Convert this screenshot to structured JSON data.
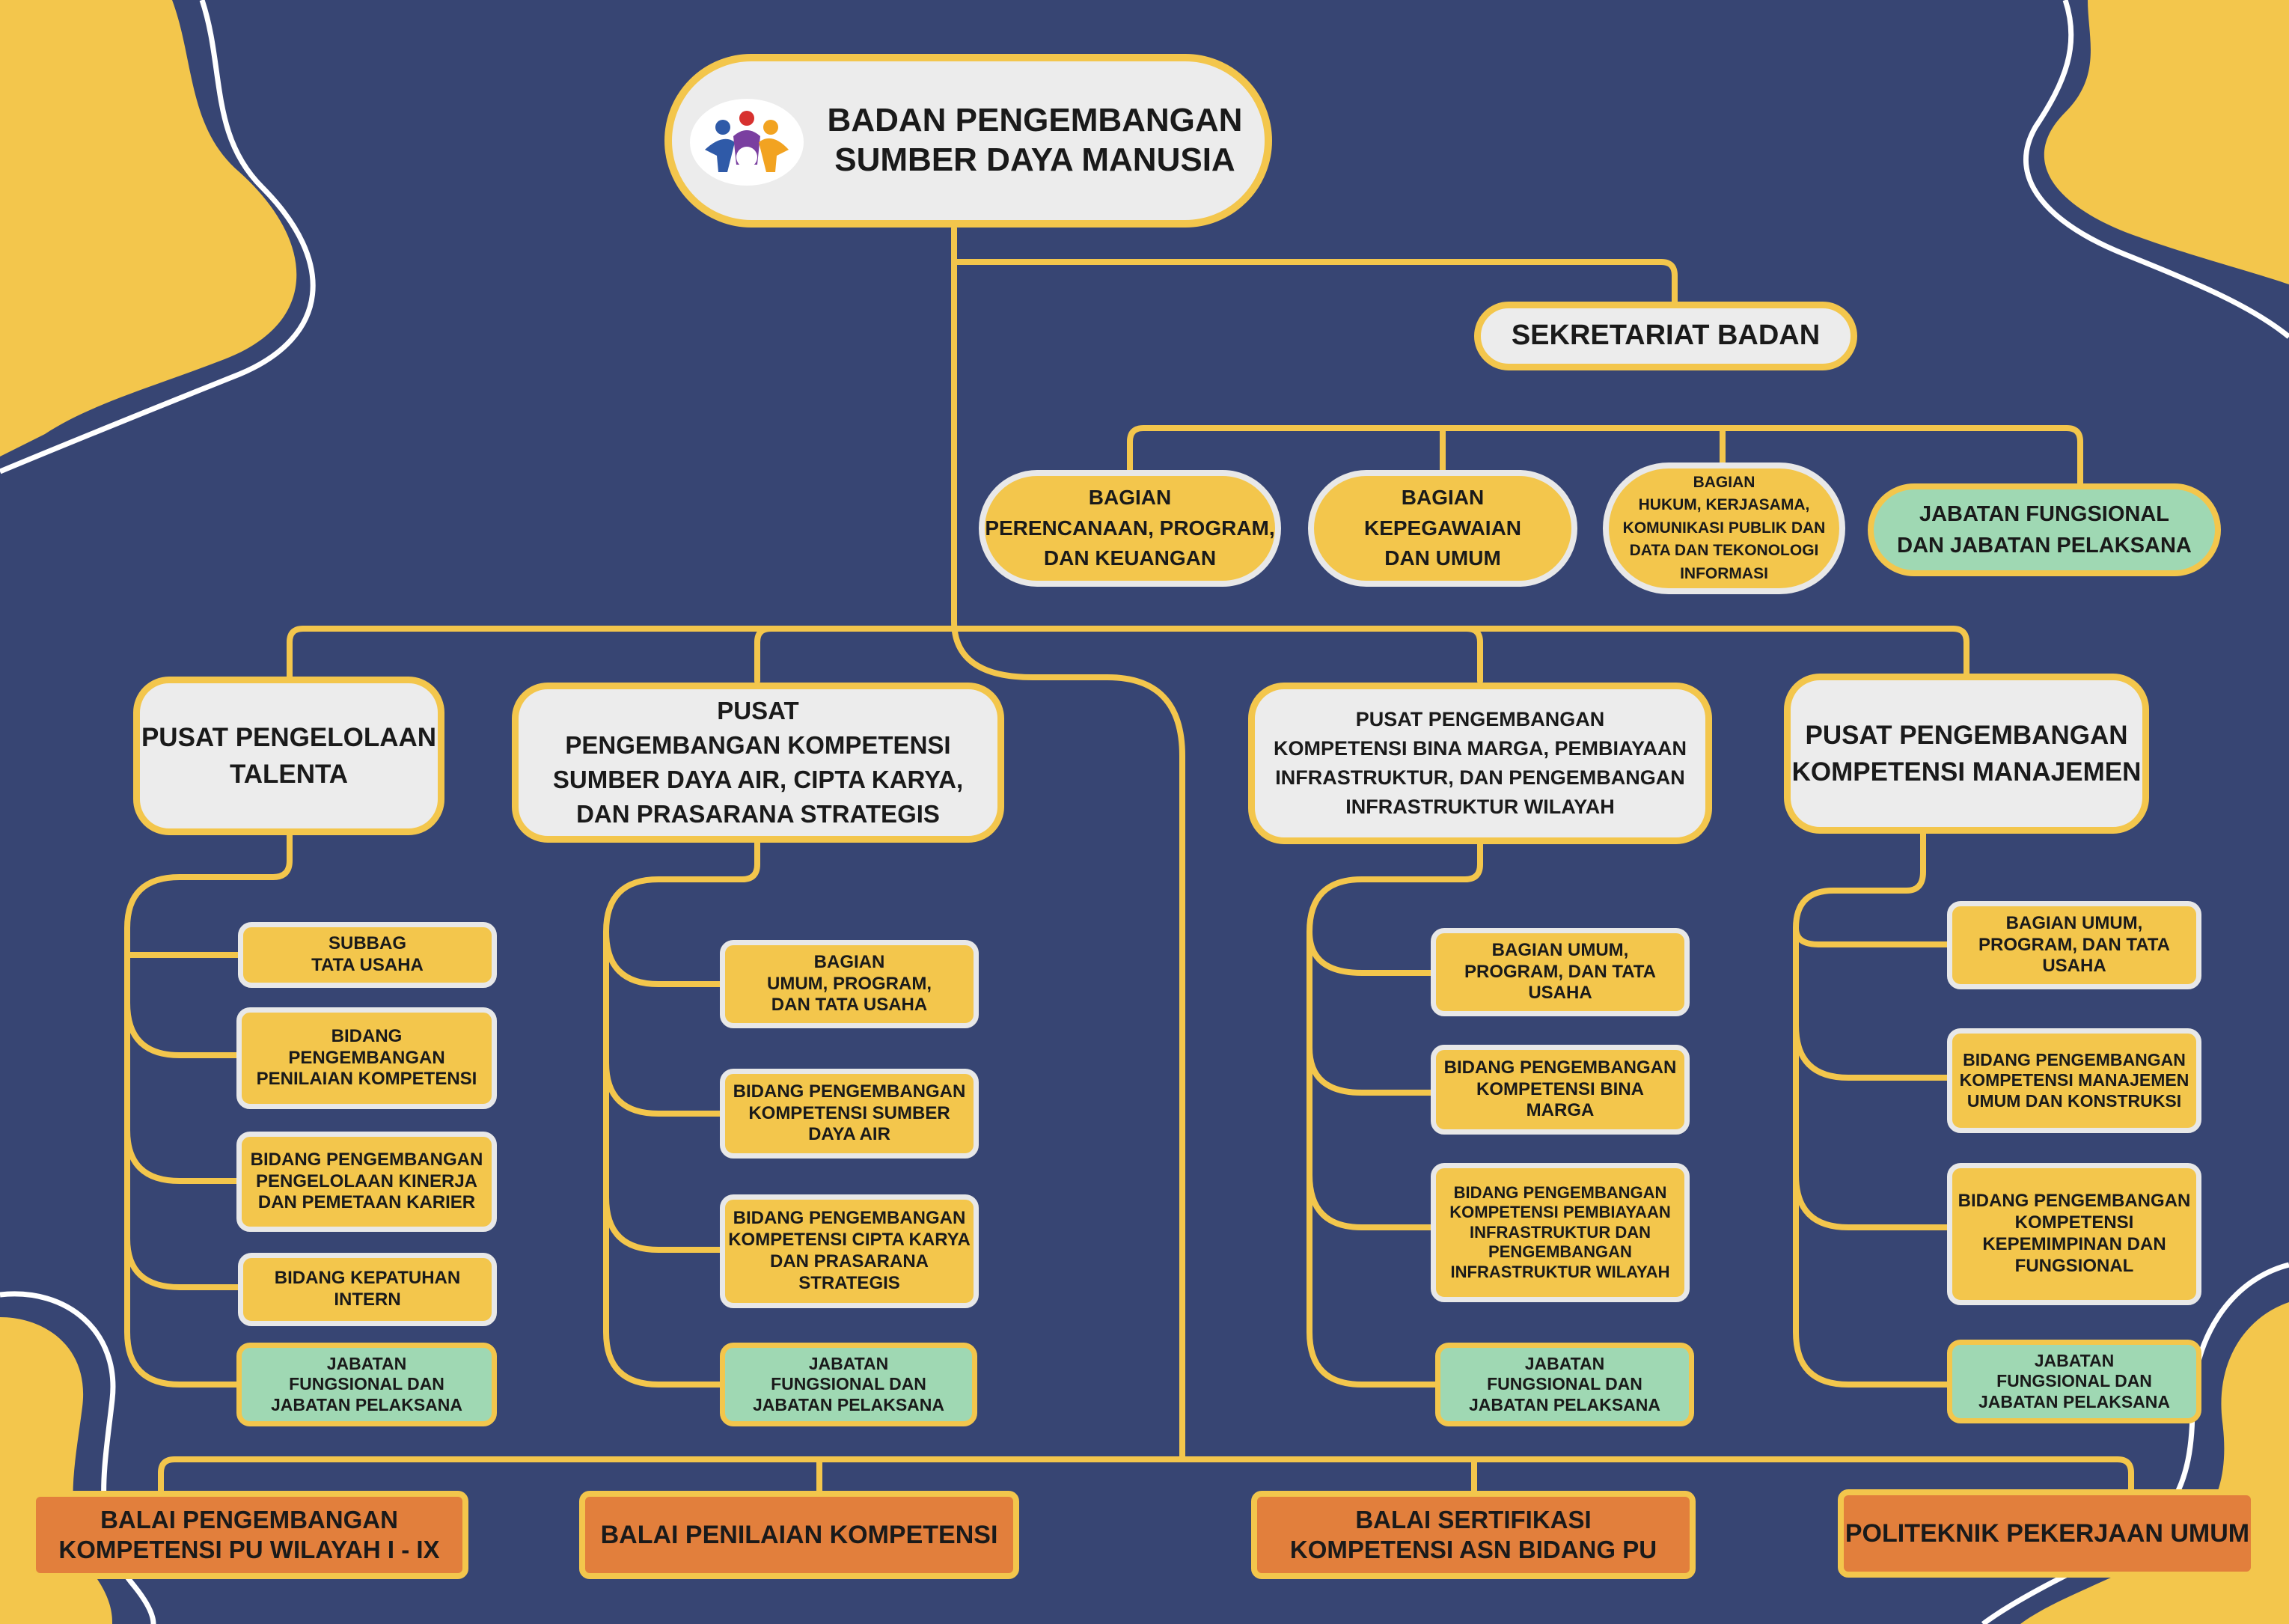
{
  "colors": {
    "background": "#374573",
    "line": "#f3c64c",
    "blob": "#f3c64c",
    "grey_box": "#ececec",
    "yellow_box": "#f3c64c",
    "green_box": "#9fd8b3",
    "orange_box": "#e27f3c"
  },
  "logo": {
    "icon": "people-circle-logo"
  },
  "head": {
    "title": "BADAN PENGEMBANGAN\nSUMBER DAYA MANUSIA"
  },
  "sekretariat": {
    "title": "SEKRETARIAT BADAN",
    "items": [
      "BAGIAN\nPERENCANAAN, PROGRAM,\nDAN KEUANGAN",
      "BAGIAN\nKEPEGAWAIAN\nDAN UMUM",
      "BAGIAN\nHUKUM, KERJASAMA,\nKOMUNIKASI PUBLIK DAN\nDATA DAN TEKONOLOGI\nINFORMASI",
      "JABATAN FUNGSIONAL\nDAN JABATAN PELAKSANA"
    ]
  },
  "pusat": [
    {
      "title": "PUSAT PENGELOLAAN\nTALENTA",
      "items": [
        "SUBBAG\nTATA USAHA",
        "BIDANG\nPENGEMBANGAN\nPENILAIAN KOMPETENSI",
        "BIDANG PENGEMBANGAN\nPENGELOLAAN KINERJA\nDAN PEMETAAN KARIER",
        "BIDANG KEPATUHAN\nINTERN",
        "JABATAN\nFUNGSIONAL DAN\nJABATAN PELAKSANA"
      ]
    },
    {
      "title": "PUSAT\nPENGEMBANGAN KOMPETENSI\nSUMBER DAYA AIR, CIPTA KARYA,\nDAN PRASARANA STRATEGIS",
      "items": [
        "BAGIAN\nUMUM, PROGRAM,\nDAN TATA USAHA",
        "BIDANG PENGEMBANGAN\nKOMPETENSI SUMBER\nDAYA AIR",
        "BIDANG PENGEMBANGAN\nKOMPETENSI CIPTA KARYA\nDAN PRASARANA\nSTRATEGIS",
        "JABATAN\nFUNGSIONAL DAN\nJABATAN PELAKSANA"
      ]
    },
    {
      "title": "PUSAT PENGEMBANGAN\nKOMPETENSI BINA MARGA, PEMBIAYAAN\nINFRASTRUKTUR, DAN PENGEMBANGAN\nINFRASTRUKTUR WILAYAH",
      "items": [
        "BAGIAN UMUM,\nPROGRAM, DAN TATA\nUSAHA",
        "BIDANG PENGEMBANGAN\nKOMPETENSI BINA\nMARGA",
        "BIDANG PENGEMBANGAN\nKOMPETENSI PEMBIAYAAN\nINFRASTRUKTUR  DAN\nPENGEMBANGAN\nINFRASTRUKTUR WILAYAH",
        "JABATAN\nFUNGSIONAL DAN\nJABATAN PELAKSANA"
      ]
    },
    {
      "title": "PUSAT PENGEMBANGAN\nKOMPETENSI MANAJEMEN",
      "items": [
        "BAGIAN UMUM,\nPROGRAM, DAN TATA\nUSAHA",
        "BIDANG PENGEMBANGAN\nKOMPETENSI MANAJEMEN\nUMUM DAN KONSTRUKSI",
        "BIDANG PENGEMBANGAN\nKOMPETENSI\nKEPEMIMPINAN DAN\nFUNGSIONAL",
        "JABATAN\nFUNGSIONAL DAN\nJABATAN PELAKSANA"
      ]
    }
  ],
  "balai": [
    "BALAI PENGEMBANGAN\nKOMPETENSI PU WILAYAH I - IX",
    "BALAI PENILAIAN KOMPETENSI",
    "BALAI SERTIFIKASI\nKOMPETENSI ASN BIDANG PU",
    "POLITEKNIK PEKERJAAN UMUM"
  ]
}
